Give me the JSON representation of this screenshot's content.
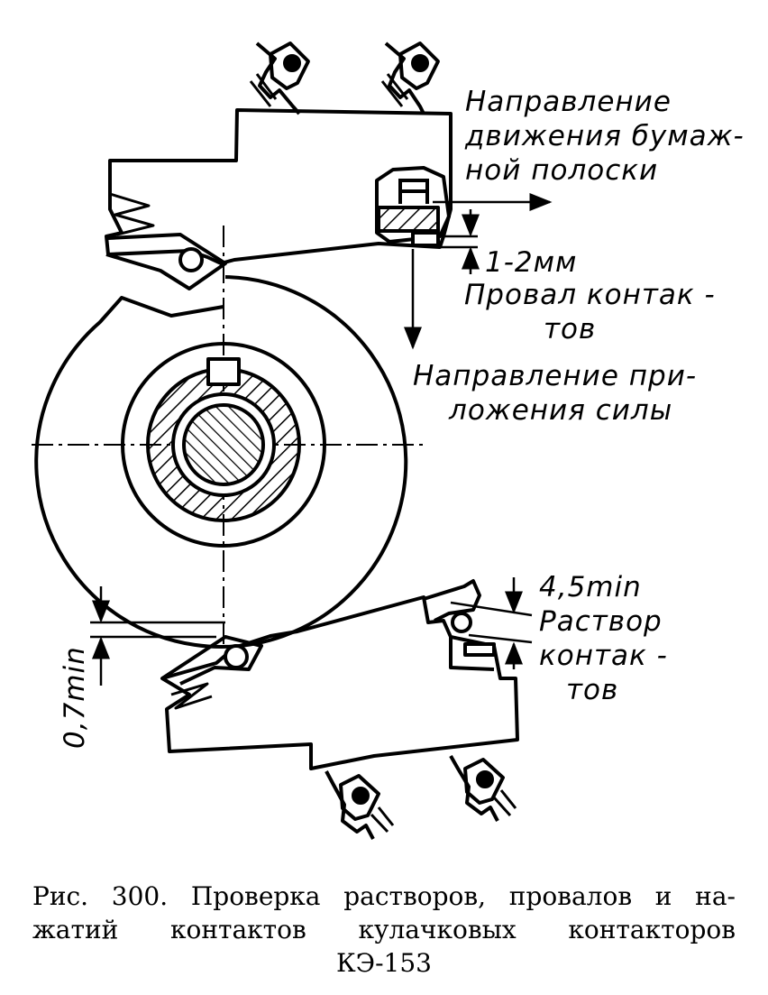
{
  "labels": {
    "paper_direction": [
      "Направление",
      "движения бумаж-",
      "ной полоски"
    ],
    "gap_value": "1-2мм",
    "contact_dip": [
      "Провал контак -",
      "тов"
    ],
    "force_direction": [
      "Направление при-",
      "ложения силы"
    ],
    "opening_value": "4,5min",
    "contact_opening": [
      "Раствор",
      "контак -",
      "тов"
    ],
    "lower_gap": "0,7min"
  },
  "caption": {
    "line1": "Рис. 300. Проверка растворов, провалов и на-",
    "line2": "жатий контактов кулачковых контакторов",
    "line3": "КЭ-153"
  }
}
